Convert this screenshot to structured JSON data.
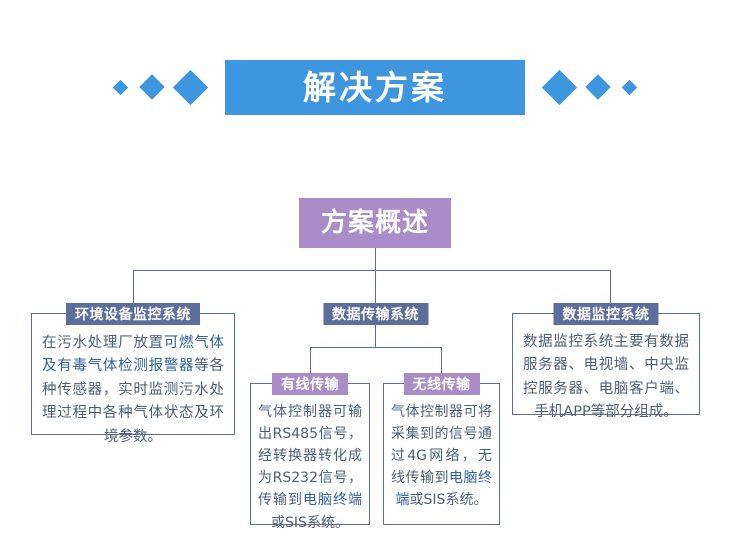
{
  "header": {
    "title": "解决方案",
    "bg_color": "#3e97de",
    "diamonds_left": [
      "small",
      "medium",
      "large"
    ],
    "diamonds_right": [
      "large",
      "medium",
      "small"
    ]
  },
  "root": {
    "label": "方案概述",
    "bg_color": "#a98cc8"
  },
  "colors": {
    "line": "#5c6e9c",
    "head_blue": "#5c6e9c",
    "head_purple": "#a98cc8",
    "body_text": "#4c5f7a",
    "highlight_text": "#31619e"
  },
  "nodes": {
    "environment": {
      "title": "环境设备监控系统",
      "head_style": "blue",
      "body_parts": [
        {
          "text": "在污水处理厂放置",
          "highlight": false
        },
        {
          "text": "可燃气体及有毒气体检测报警器",
          "highlight": true
        },
        {
          "text": "等各种传感器，实时监测污水处理过程中各种气体状态及环境参数。",
          "highlight": false
        }
      ]
    },
    "transmission": {
      "title": "数据传输系统",
      "head_style": "blue"
    },
    "monitoring": {
      "title": "数据监控系统",
      "head_style": "blue",
      "body": "数据监控系统主要有数据服务器、电视墙、中央监控服务器、电脑客户端、手机APP等部分组成。"
    },
    "wired": {
      "title": "有线传输",
      "head_style": "purple",
      "body_parts": [
        {
          "text": "气体控制器可输出RS485信号，经转换器转化成为RS232信号，传输到",
          "highlight": false
        },
        {
          "text": "电脑终端",
          "highlight": true
        },
        {
          "text": "或SIS系统。",
          "highlight": false
        }
      ]
    },
    "wireless": {
      "title": "无线传输",
      "head_style": "purple",
      "body_parts": [
        {
          "text": "气体控制器可将采集到的信号通过4G网络，无线传输到",
          "highlight": false
        },
        {
          "text": "电脑终端",
          "highlight": true
        },
        {
          "text": "或SIS系统。",
          "highlight": false
        }
      ]
    }
  }
}
